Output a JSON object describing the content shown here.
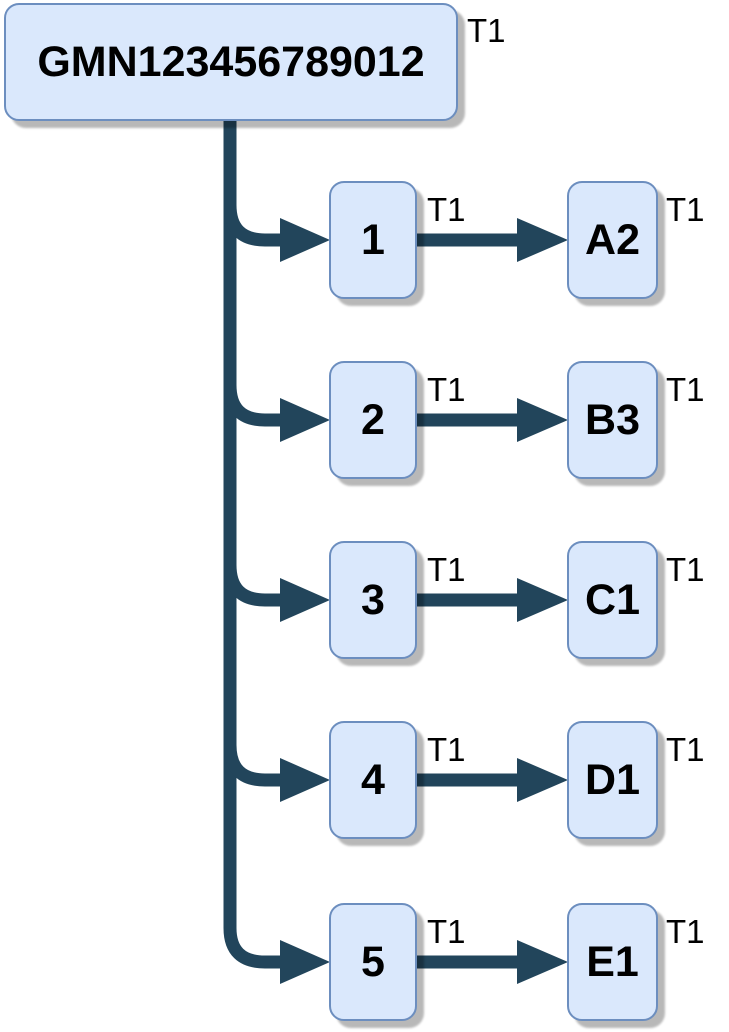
{
  "diagram": {
    "root": {
      "label": "GMN123456789012",
      "tag": "T1"
    },
    "rows": [
      {
        "source": {
          "label": "1",
          "tag": "T1"
        },
        "target": {
          "label": "A2",
          "tag": "T1"
        }
      },
      {
        "source": {
          "label": "2",
          "tag": "T1"
        },
        "target": {
          "label": "B3",
          "tag": "T1"
        }
      },
      {
        "source": {
          "label": "3",
          "tag": "T1"
        },
        "target": {
          "label": "C1",
          "tag": "T1"
        }
      },
      {
        "source": {
          "label": "4",
          "tag": "T1"
        },
        "target": {
          "label": "D1",
          "tag": "T1"
        }
      },
      {
        "source": {
          "label": "5",
          "tag": "T1"
        },
        "target": {
          "label": "E1",
          "tag": "T1"
        }
      }
    ]
  },
  "colors": {
    "node-fill": "#dae8fc",
    "node-border": "#6c8ebf",
    "connector": "#22455b",
    "text": "#000000",
    "shadow": "rgba(0,0,0,0.28)"
  }
}
